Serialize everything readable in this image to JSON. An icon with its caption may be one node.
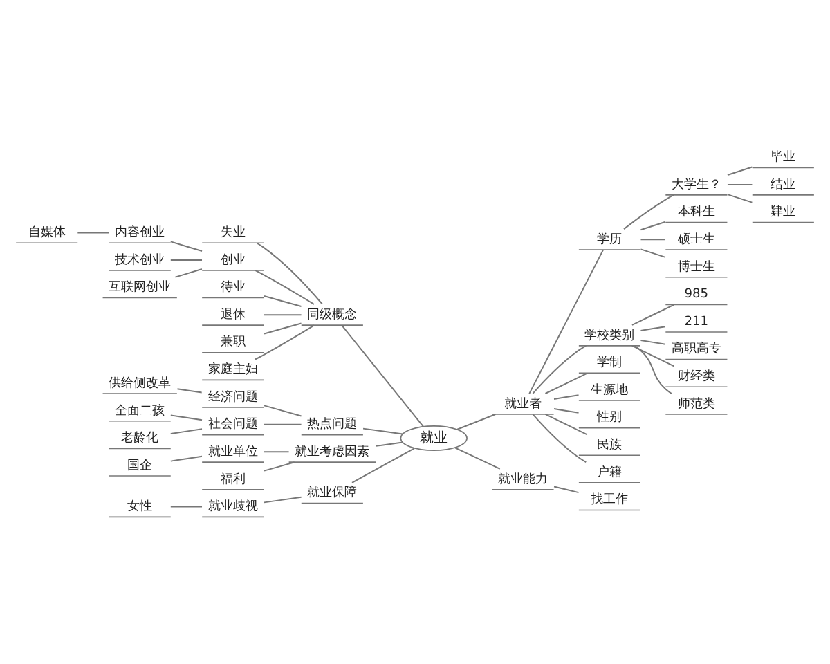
{
  "diagram": {
    "nodes": [
      {
        "text": [
          "就业"
        ]
      },
      {
        "text": [
          "同级概念"
        ]
      },
      {
        "text": [
          "失业"
        ]
      },
      {
        "text": [
          "创业"
        ]
      },
      {
        "text": [
          "内容创业"
        ]
      },
      {
        "text": [
          "自媒体"
        ]
      },
      {
        "text": [
          "技术创业"
        ]
      },
      {
        "text": [
          "互联网创业"
        ]
      },
      {
        "text": [
          "待业"
        ]
      },
      {
        "text": [
          "退休"
        ]
      },
      {
        "text": [
          "兼职"
        ]
      },
      {
        "text": [
          "家庭主妇"
        ]
      },
      {
        "text": [
          "热点问题"
        ]
      },
      {
        "text": [
          "经济问题"
        ]
      },
      {
        "text": [
          "供给侧改革"
        ]
      },
      {
        "text": [
          "社会问题"
        ]
      },
      {
        "text": [
          "全面二孩"
        ]
      },
      {
        "text": [
          "老龄化"
        ]
      },
      {
        "text": [
          "就业考虑因素"
        ]
      },
      {
        "text": [
          "就业单位"
        ]
      },
      {
        "text": [
          "国企"
        ]
      },
      {
        "text": [
          "福利"
        ]
      },
      {
        "text": [
          "就业保障"
        ]
      },
      {
        "text": [
          "就业歧视"
        ]
      },
      {
        "text": [
          "女性"
        ]
      },
      {
        "text": [
          "就业者"
        ]
      },
      {
        "text": [
          "学历"
        ]
      },
      {
        "text": [
          "大学生？"
        ]
      },
      {
        "text": [
          "毕业"
        ]
      },
      {
        "text": [
          "结业"
        ]
      },
      {
        "text": [
          "肄业"
        ]
      },
      {
        "text": [
          "本科生"
        ]
      },
      {
        "text": [
          "硕士生"
        ]
      },
      {
        "text": [
          "博士生"
        ]
      },
      {
        "text": [
          "学校类别"
        ]
      },
      {
        "text": [
          "985"
        ]
      },
      {
        "text": [
          "211"
        ]
      },
      {
        "text": [
          "高职高专"
        ]
      },
      {
        "text": [
          "财经类"
        ]
      },
      {
        "text": [
          "师范类"
        ]
      },
      {
        "text": [
          "学制"
        ]
      },
      {
        "text": [
          "生源地"
        ]
      },
      {
        "text": [
          "性别"
        ]
      },
      {
        "text": [
          "民族"
        ]
      },
      {
        "text": [
          "户籍"
        ]
      },
      {
        "text": [
          "就业能力"
        ]
      },
      {
        "text": [
          "找工作"
        ]
      }
    ],
    "edges": [
      {
        "from": 1,
        "to": 0,
        "arrow": "none"
      },
      {
        "from": 2,
        "to": 1,
        "arrow": "none"
      },
      {
        "from": 3,
        "to": 1,
        "arrow": "none"
      },
      {
        "from": 4,
        "to": 3,
        "arrow": "none"
      },
      {
        "from": 5,
        "to": 4,
        "arrow": "none"
      },
      {
        "from": 6,
        "to": 3,
        "arrow": "none"
      },
      {
        "from": 7,
        "to": 3,
        "arrow": "none"
      },
      {
        "from": 8,
        "to": 1,
        "arrow": "none"
      },
      {
        "from": 9,
        "to": 1,
        "arrow": "none"
      },
      {
        "from": 10,
        "to": 1,
        "arrow": "none"
      },
      {
        "from": 11,
        "to": 1,
        "arrow": "none"
      },
      {
        "from": 12,
        "to": 0,
        "arrow": "none"
      },
      {
        "from": 13,
        "to": 12,
        "arrow": "none"
      },
      {
        "from": 14,
        "to": 13,
        "arrow": "none"
      },
      {
        "from": 15,
        "to": 12,
        "arrow": "none"
      },
      {
        "from": 16,
        "to": 15,
        "arrow": "none"
      },
      {
        "from": 17,
        "to": 15,
        "arrow": "none"
      },
      {
        "from": 18,
        "to": 0,
        "arrow": "none"
      },
      {
        "from": 19,
        "to": 18,
        "arrow": "none"
      },
      {
        "from": 20,
        "to": 19,
        "arrow": "none"
      },
      {
        "from": 21,
        "to": 18,
        "arrow": "none"
      },
      {
        "from": 22,
        "to": 0,
        "arrow": "none"
      },
      {
        "from": 23,
        "to": 22,
        "arrow": "none"
      },
      {
        "from": 24,
        "to": 23,
        "arrow": "none"
      },
      {
        "from": 0,
        "to": 25,
        "arrow": "none"
      },
      {
        "from": 25,
        "to": 26,
        "arrow": "none"
      },
      {
        "from": 26,
        "to": 27,
        "arrow": "none"
      },
      {
        "from": 27,
        "to": 28,
        "arrow": "none"
      },
      {
        "from": 27,
        "to": 29,
        "arrow": "none"
      },
      {
        "from": 27,
        "to": 30,
        "arrow": "none"
      },
      {
        "from": 26,
        "to": 31,
        "arrow": "none"
      },
      {
        "from": 26,
        "to": 32,
        "arrow": "none"
      },
      {
        "from": 26,
        "to": 33,
        "arrow": "none"
      },
      {
        "from": 25,
        "to": 34,
        "arrow": "none"
      },
      {
        "from": 34,
        "to": 35,
        "arrow": "none"
      },
      {
        "from": 34,
        "to": 36,
        "arrow": "none"
      },
      {
        "from": 34,
        "to": 37,
        "arrow": "none"
      },
      {
        "from": 34,
        "to": 38,
        "arrow": "none"
      },
      {
        "from": 34,
        "to": 39,
        "arrow": "none"
      },
      {
        "from": 25,
        "to": 40,
        "arrow": "none"
      },
      {
        "from": 25,
        "to": 41,
        "arrow": "none"
      },
      {
        "from": 25,
        "to": 42,
        "arrow": "none"
      },
      {
        "from": 25,
        "to": 43,
        "arrow": "none"
      },
      {
        "from": 25,
        "to": 44,
        "arrow": "none"
      },
      {
        "from": 0,
        "to": 45,
        "arrow": "none"
      },
      {
        "from": 45,
        "to": 46,
        "arrow": "none"
      }
    ]
  }
}
